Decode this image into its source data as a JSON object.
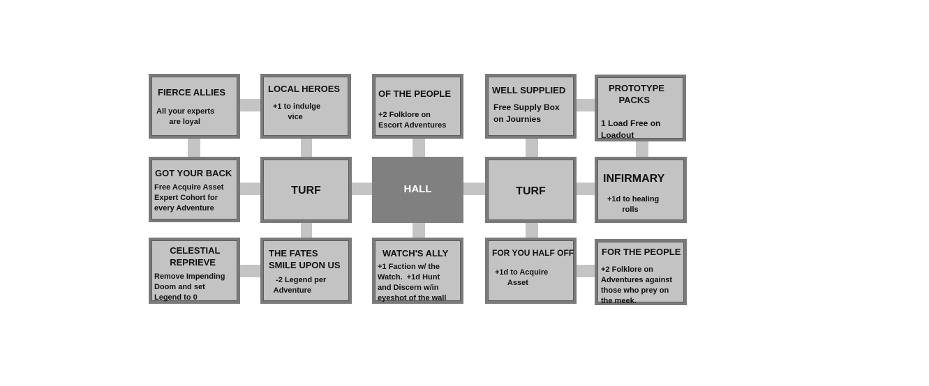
{
  "claims": {
    "fierce_allies": {
      "title": "FIERCE ALLIES",
      "desc": "All your experts\n      are loyal"
    },
    "local_heroes": {
      "title": "LOCAL HEROES",
      "desc": "+1 to indulge\n       vice"
    },
    "of_the_people": {
      "title": "OF THE PEOPLE",
      "desc": "+2 Folklore on\nEscort Adventures"
    },
    "well_supplied": {
      "title": "WELL SUPPLIED",
      "desc": "Free Supply Box\non Journies"
    },
    "prototype_packs": {
      "title": "PROTOTYPE\n    PACKS",
      "desc": "1 Load Free on\nLoadout"
    },
    "got_your_back": {
      "title": "GOT YOUR BACK",
      "desc": "Free Acquire Asset\nExpert Cohort for\nevery Adventure"
    },
    "turf_left": {
      "title": "TURF"
    },
    "hall": {
      "title": "HALL"
    },
    "turf_right": {
      "title": "TURF"
    },
    "infirmary": {
      "title": "INFIRMARY",
      "desc": "+1d to healing\n       rolls"
    },
    "celestial_reprieve": {
      "title": "  CELESTIAL\n  REPRIEVE",
      "desc": "Remove Impending\nDoom and set\nLegend to 0"
    },
    "fates_smile": {
      "title": "THE FATES\nSMILE UPON US",
      "desc": "  -2 Legend per\n Adventure"
    },
    "watchs_ally": {
      "title": "WATCH'S ALLY",
      "desc": "+1 Faction w/ the\nWatch.  +1d Hunt\nand Discern w/in\neyeshot of the wall"
    },
    "for_you_half_off": {
      "title": "FOR YOU HALF OFF",
      "desc": "+1d to Acquire\n      Asset"
    },
    "for_the_people": {
      "title": "FOR THE PEOPLE",
      "desc": "+2 Folklore on\nAdventures against\nthose who prey on\nthe meek."
    }
  },
  "colors": {
    "cell_fill": "#c3c3c3",
    "cell_border": "#7a7a7a",
    "hall_fill": "#808080",
    "connector": "#c4c4c4"
  }
}
